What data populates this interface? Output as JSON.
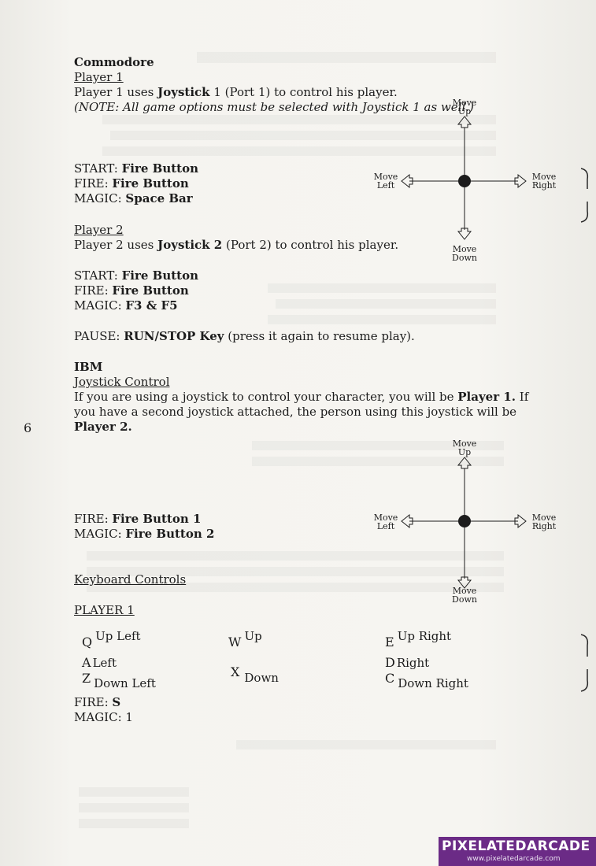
{
  "page_number": "6",
  "commodore": {
    "heading": "Commodore",
    "player1_heading": "Player 1",
    "player1_text_a": "Player 1 uses ",
    "player1_text_b": "Joystick",
    "player1_text_c": " 1 (Port 1) to control his player.",
    "note": "(NOTE: All game options must be selected with Joystick 1 as well.)",
    "p1_controls": [
      {
        "label": "START: ",
        "value": "Fire Button"
      },
      {
        "label": "FIRE: ",
        "value": "Fire Button"
      },
      {
        "label": "MAGIC: ",
        "value": "Space Bar"
      }
    ],
    "player2_heading": "Player 2",
    "player2_text_a": "Player 2 uses ",
    "player2_text_b": "Joystick 2",
    "player2_text_c": " (Port 2) to control his player.",
    "p2_controls": [
      {
        "label": "START: ",
        "value": "Fire Button"
      },
      {
        "label": "FIRE: ",
        "value": "Fire Button"
      },
      {
        "label": "MAGIC: ",
        "value": "F3 & F5"
      }
    ],
    "pause_label": "PAUSE: ",
    "pause_value": "RUN/STOP Key",
    "pause_tail": " (press it again to resume play)."
  },
  "ibm": {
    "heading": "IBM",
    "joystick_heading": "Joystick Control",
    "line1_a": "If you are using a joystick to control your character, you will be ",
    "line1_b": "Player 1.",
    "line1_c": " If",
    "line2": "you have a second joystick attached, the person using this joystick will be",
    "line3": "Player 2.",
    "controls": [
      {
        "label": "FIRE: ",
        "value": "Fire Button 1"
      },
      {
        "label": "MAGIC: ",
        "value": "Fire Button 2"
      }
    ],
    "keyboard_heading": "Keyboard Controls",
    "player1_heading": "PLAYER 1",
    "keys": [
      {
        "key": "Q",
        "desc": "Up Left"
      },
      {
        "key": "W",
        "desc": "Up"
      },
      {
        "key": "E",
        "desc": "Up Right"
      },
      {
        "key": "A",
        "desc": "Left"
      },
      {
        "key": "D",
        "desc": "Right"
      },
      {
        "key": "Z",
        "desc": "Down Left"
      },
      {
        "key": "X",
        "desc": "Down"
      },
      {
        "key": "C",
        "desc": "Down Right"
      }
    ],
    "fire_label": "FIRE: ",
    "fire_value": "S",
    "magic_line": "MAGIC: 1"
  },
  "diagram": {
    "up_line1": "Move",
    "up_line2": "Up",
    "left_line1": "Move",
    "left_line2": "Left",
    "right_line1": "Move",
    "right_line2": "Right",
    "down_line1": "Move",
    "down_line2": "Down"
  },
  "watermark": {
    "title": "PIXELATEDARCADE",
    "url": "www.pixelatedarcade.com"
  }
}
